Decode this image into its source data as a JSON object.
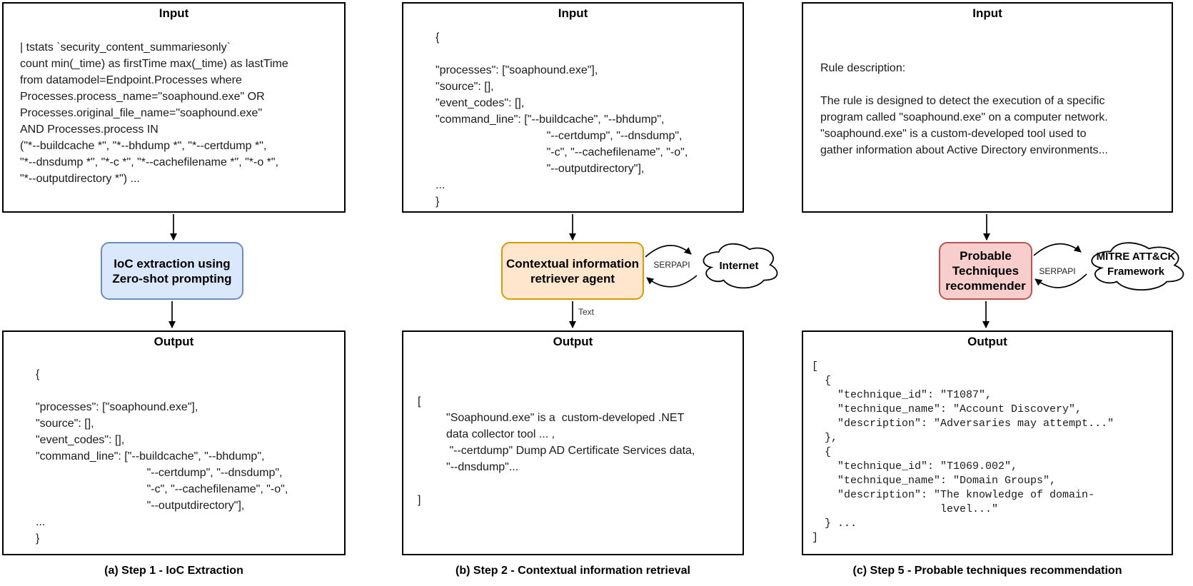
{
  "colors": {
    "ioc_box_fill": "#dae8fc",
    "ioc_box_border": "#6c8ebf",
    "retriever_box_fill": "#ffe6cc",
    "retriever_box_border": "#d79b00",
    "recommender_box_fill": "#f8cecc",
    "recommender_box_border": "#b85450",
    "line": "#000000"
  },
  "panels": [
    {
      "caption": "(a) Step 1 - IoC Extraction",
      "input": {
        "title": "Input",
        "body": "| tstats `security_content_summariesonly`\ncount min(_time) as firstTime max(_time) as lastTime\nfrom datamodel=Endpoint.Processes where\nProcesses.process_name=\"soaphound.exe\" OR\nProcesses.original_file_name=\"soaphound.exe\"\nAND Processes.process IN\n(\"*--buildcache *\", \"*--bhdump *\", \"*--certdump *\",\n\"*--dnsdump *\", \"*-c *\", \"*--cachefilename *\", \"*-o *\",\n\"*--outputdirectory *\") ..."
      },
      "process": {
        "label": "IoC extraction using\nZero-shot prompting"
      },
      "output": {
        "title": "Output",
        "body": "{\n\n\"processes\": [\"soaphound.exe\"],\n\"source\": [],\n\"event_codes\": [],\n\"command_line\": [\"--buildcache\", \"--bhdump\",\n                                   \"--certdump\", \"--dnsdump\",\n                                   \"-c\", \"--cachefilename\", \"-o\",\n                                   \"--outputdirectory\"],\n...\n}"
      }
    },
    {
      "caption": "(b) Step 2 - Contextual information retrieval",
      "input": {
        "title": "Input",
        "body": "{\n\n\"processes\": [\"soaphound.exe\"],\n\"source\": [],\n\"event_codes\": [],\n\"command_line\": [\"--buildcache\", \"--bhdump\",\n                                   \"--certdump\", \"--dnsdump\",\n                                   \"-c\", \"--cachefilename\", \"-o\",\n                                   \"--outputdirectory\"],\n...\n}"
      },
      "process": {
        "label": "Contextual information\nretriever agent"
      },
      "api_label": "SERPAPI",
      "cloud_label": "Internet",
      "edge_label": "Text",
      "output": {
        "title": "Output",
        "body": "[\n         \"Soaphound.exe\" is a  custom-developed .NET\n         data collector tool ... ,\n          \"--certdump\" Dump AD Certificate Services data,\n         \"--dnsdump\"...\n\n]"
      }
    },
    {
      "caption": "(c) Step 5 - Probable techniques recommendation",
      "input": {
        "title": "Input",
        "body": "Rule description:\n\nThe rule is designed to detect the execution of a specific\nprogram called \"soaphound.exe\" on a computer network.\n\"soaphound.exe\" is a custom-developed tool used to\ngather information about Active Directory environments..."
      },
      "process": {
        "label": "Probable\nTechniques\nrecommender"
      },
      "api_label": "SERPAPI",
      "cloud_label": "MITRE ATT&CK\nFramework",
      "output": {
        "title": "Output",
        "body": "[\n  {\n    \"technique_id\": \"T1087\",\n    \"technique_name\": \"Account Discovery\",\n    \"description\": \"Adversaries may attempt...\"\n  },\n  {\n    \"technique_id\": \"T1069.002\",\n    \"technique_name\": \"Domain Groups\",\n    \"description\": \"The knowledge of domain-\n                    level...\"\n  } ...\n]"
      }
    }
  ]
}
